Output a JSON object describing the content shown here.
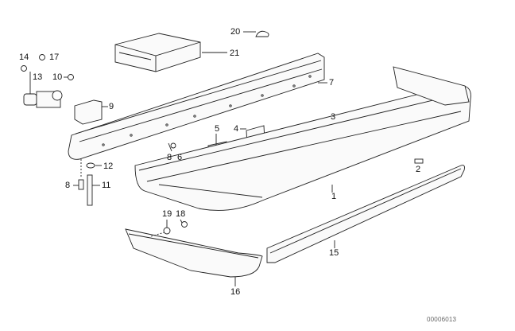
{
  "diagram": {
    "title": "Rear bumper parts diagram",
    "reference_number": "00006013",
    "callouts": [
      {
        "id": "1",
        "part": "bumper-cover-rear"
      },
      {
        "id": "2",
        "part": "screw"
      },
      {
        "id": "3",
        "part": "clip-nut"
      },
      {
        "id": "4",
        "part": "bracket-right"
      },
      {
        "id": "5",
        "part": "bracket-left"
      },
      {
        "id": "6",
        "part": "nut"
      },
      {
        "id": "7",
        "part": "bumper-carrier"
      },
      {
        "id": "8",
        "part": "bolt"
      },
      {
        "id": "9",
        "part": "mounting-bracket"
      },
      {
        "id": "10",
        "part": "nut"
      },
      {
        "id": "11",
        "part": "long-bolt"
      },
      {
        "id": "12",
        "part": "washer"
      },
      {
        "id": "13",
        "part": "impact-absorber"
      },
      {
        "id": "14",
        "part": "nut"
      },
      {
        "id": "15",
        "part": "trim-strip-right"
      },
      {
        "id": "16",
        "part": "trim-strip-left"
      },
      {
        "id": "17",
        "part": "washer"
      },
      {
        "id": "18",
        "part": "screw"
      },
      {
        "id": "19",
        "part": "expanding-nut"
      },
      {
        "id": "20",
        "part": "cap"
      },
      {
        "id": "21",
        "part": "repair-kit-box"
      }
    ]
  }
}
